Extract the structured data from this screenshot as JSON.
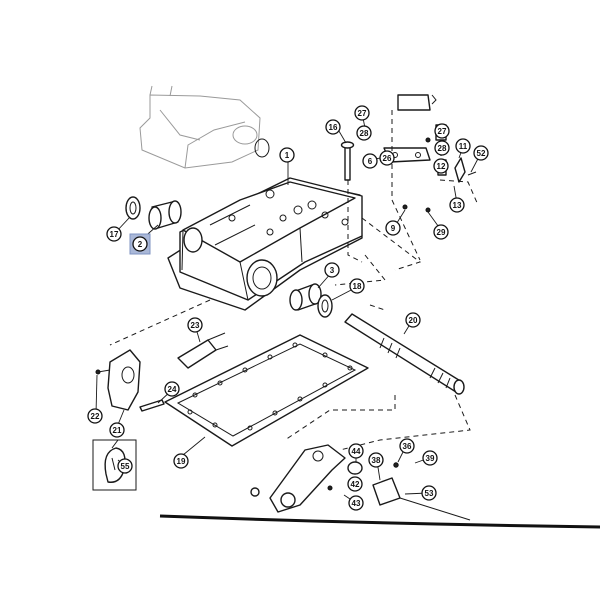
{
  "callouts": [
    {
      "id": "c1",
      "label": "1"
    },
    {
      "id": "c2",
      "label": "2",
      "highlighted": true
    },
    {
      "id": "c3",
      "label": "3"
    },
    {
      "id": "c6",
      "label": "6"
    },
    {
      "id": "c9",
      "label": "9"
    },
    {
      "id": "c11",
      "label": "11"
    },
    {
      "id": "c12",
      "label": "12"
    },
    {
      "id": "c13",
      "label": "13"
    },
    {
      "id": "c16",
      "label": "16"
    },
    {
      "id": "c17",
      "label": "17"
    },
    {
      "id": "c18",
      "label": "18"
    },
    {
      "id": "c19",
      "label": "19"
    },
    {
      "id": "c20",
      "label": "20"
    },
    {
      "id": "c21",
      "label": "21"
    },
    {
      "id": "c22",
      "label": "22"
    },
    {
      "id": "c23",
      "label": "23"
    },
    {
      "id": "c24",
      "label": "24"
    },
    {
      "id": "c26",
      "label": "26"
    },
    {
      "id": "c27a",
      "label": "27"
    },
    {
      "id": "c27b",
      "label": "27"
    },
    {
      "id": "c28a",
      "label": "28"
    },
    {
      "id": "c28b",
      "label": "28"
    },
    {
      "id": "c29",
      "label": "29"
    },
    {
      "id": "c36",
      "label": "36"
    },
    {
      "id": "c38",
      "label": "38"
    },
    {
      "id": "c39",
      "label": "39"
    },
    {
      "id": "c42",
      "label": "42"
    },
    {
      "id": "c43",
      "label": "43"
    },
    {
      "id": "c44",
      "label": "44"
    },
    {
      "id": "c52",
      "label": "52"
    },
    {
      "id": "c53",
      "label": "53"
    },
    {
      "id": "c55",
      "label": "55"
    }
  ],
  "highlight_color": "#aab8d8"
}
